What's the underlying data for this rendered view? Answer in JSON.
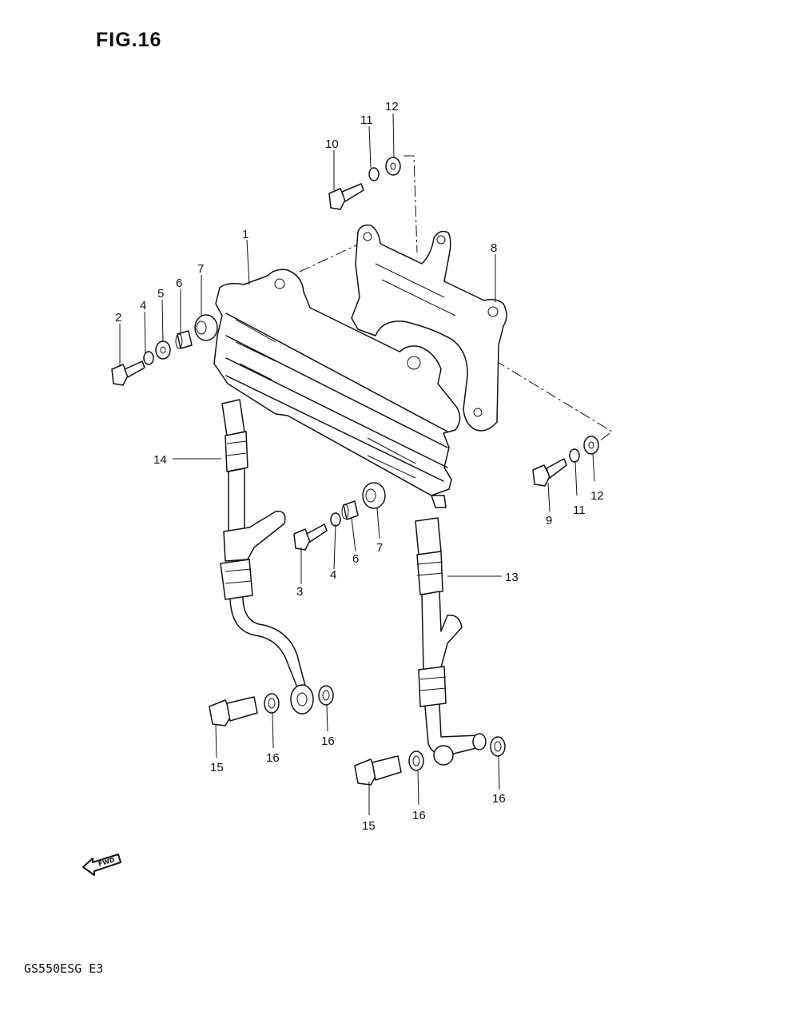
{
  "figure": {
    "title": "FIG.16",
    "model_code": "GS550ESG E3",
    "fwd_label": "FWD"
  },
  "callouts": [
    "1",
    "2",
    "3",
    "4",
    "4",
    "5",
    "6",
    "6",
    "7",
    "7",
    "8",
    "9",
    "10",
    "11",
    "11",
    "12",
    "12",
    "13",
    "14",
    "15",
    "15",
    "16",
    "16",
    "16",
    "16"
  ],
  "parts": [
    {
      "ref": "1",
      "name": "oil-cooler"
    },
    {
      "ref": "8",
      "name": "bracket"
    },
    {
      "ref": "13",
      "name": "hose-right"
    },
    {
      "ref": "14",
      "name": "hose-left"
    }
  ]
}
